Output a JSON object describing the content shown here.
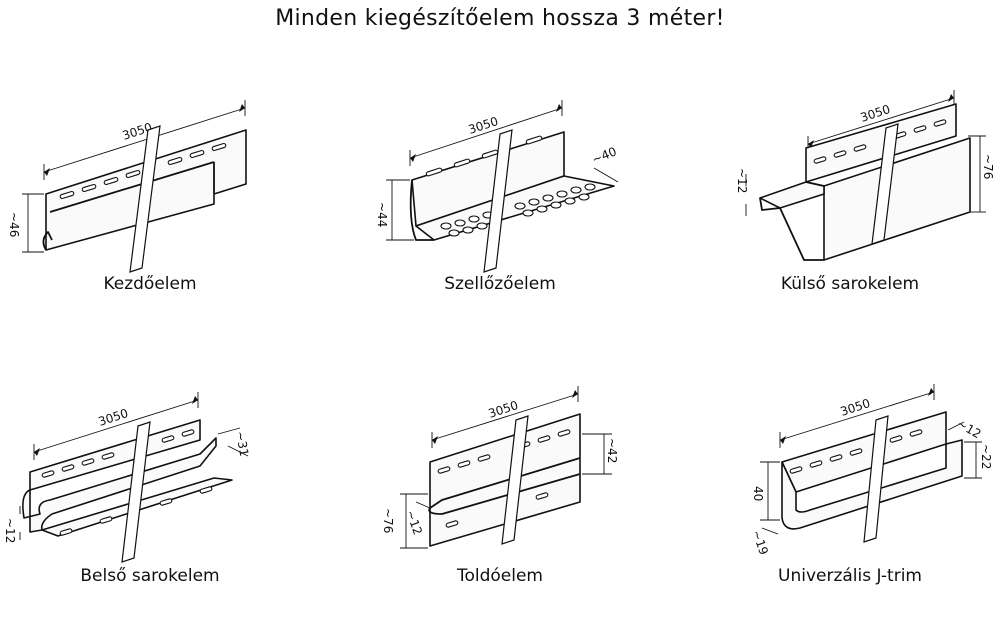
{
  "title": "Minden kiegészítőelem hossza 3 méter!",
  "items": [
    {
      "caption": "Kezdőelem",
      "length": "3050",
      "dims": [
        "~46"
      ]
    },
    {
      "caption": "Szellőzőelem",
      "length": "3050",
      "dims": [
        "~44",
        "~40"
      ]
    },
    {
      "caption": "Külső sarokelem",
      "length": "3050",
      "dims": [
        "~12",
        "~76"
      ]
    },
    {
      "caption": "Belső sarokelem",
      "length": "3050",
      "dims": [
        "~31",
        "~12"
      ]
    },
    {
      "caption": "Toldóelem",
      "length": "3050",
      "dims": [
        "~42",
        "~76",
        "~12"
      ]
    },
    {
      "caption": "Univerzális J-trim",
      "length": "3050",
      "dims": [
        "~12",
        "~22",
        "40",
        "~19"
      ]
    }
  ]
}
